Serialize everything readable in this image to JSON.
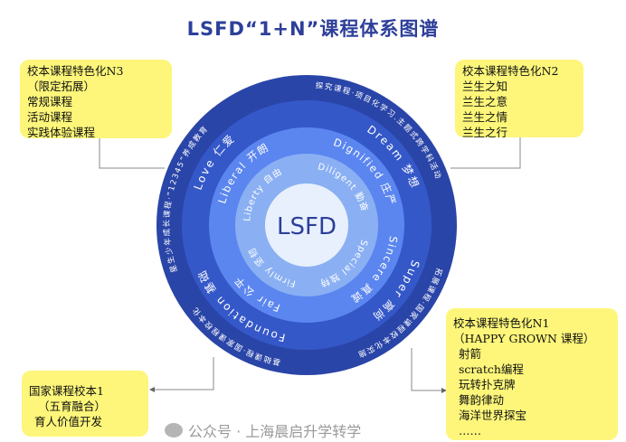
{
  "title": "LSFD“1+N”课程体系图谱",
  "center_label": "LSFD",
  "outer_ring": [
    "星生少年成长课程·“12345”养成教育",
    "探究课程·项目化学习.主题式跨学科活动",
    "拓展课程·国家课程校本化实施",
    "基础课程·国家课程校本化"
  ],
  "ring2": [
    "Dream 梦想",
    "Super 高尚",
    "Foundation 基础",
    "Love 仁爱"
  ],
  "ring3": [
    "Dignified 庄严",
    "Sincere 真诚",
    "Fair 公平",
    "Liberal 开朗"
  ],
  "ring4": [
    "Diligent 勤奋",
    "Special 独特",
    "Firmly 坚韧",
    "Liberty 自由"
  ],
  "boxes": {
    "n3": [
      "校本课程特色化N3",
      "（限定拓展）",
      "常规课程",
      "活动课程",
      "实践体验课程"
    ],
    "n2": [
      "校本课程特色化N2",
      "兰生之知",
      "兰生之意",
      "兰生之情",
      "兰生之行"
    ],
    "n1": [
      "校本课程特色化N1",
      "（HAPPY GROWN 课程）",
      "射箭",
      "scratch编程",
      "玩转扑克牌",
      "舞韵律动",
      "海洋世界探宝",
      "……"
    ],
    "base": [
      "国家课程校本1",
      "（五育融合）",
      "育人价值开发"
    ]
  },
  "watermark": "公众号 · 上海晨启升学转学",
  "colors": {
    "outer": "#2a45a8",
    "ring2": "#3558c9",
    "ring3": "#5b86f0",
    "ring4": "#8ab0f3",
    "center": "#e8f0fd",
    "box": "#fdf67a",
    "title": "#2d3f9a"
  }
}
